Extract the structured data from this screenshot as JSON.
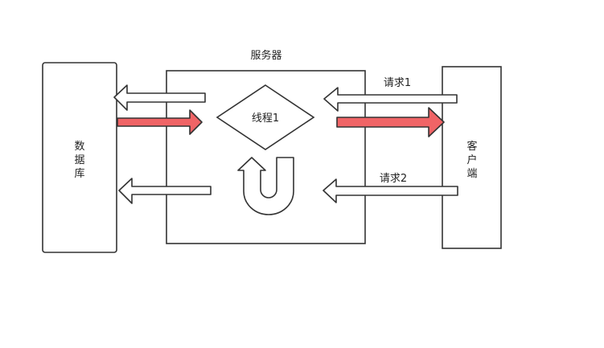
{
  "labels": {
    "server": "服务器",
    "thread": "线程1",
    "request1": "请求1",
    "request2": "请求2",
    "database": [
      "数",
      "据",
      "库"
    ],
    "client": [
      "客",
      "户",
      "端"
    ]
  },
  "colors": {
    "stroke": "#333333",
    "highlight": "#f06466",
    "fill": "#ffffff",
    "background": "#ffffff"
  }
}
